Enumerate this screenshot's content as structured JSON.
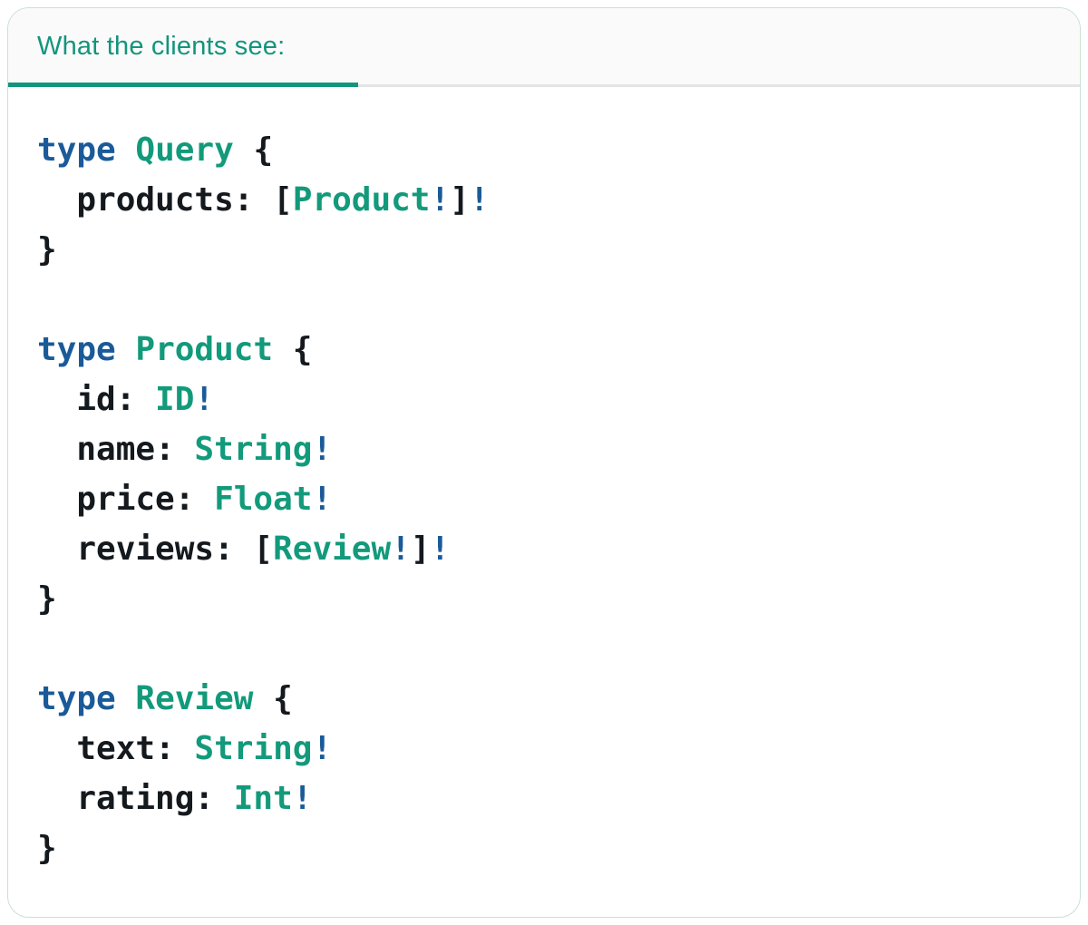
{
  "tab": {
    "label": "What the clients see:"
  },
  "colors": {
    "accent_teal": "#12957C",
    "keyword_blue": "#1A5A99",
    "type_teal": "#129A7B",
    "plain_dark": "#14191E",
    "divider_gray": "#E4E4E6",
    "header_bg": "#FAFAFA",
    "card_border": "#C9E2D4",
    "card_bg": "#FFFFFF"
  },
  "code": {
    "language": "graphql",
    "lines": [
      [
        {
          "t": "type",
          "c": "kw"
        },
        {
          "t": " ",
          "c": "pl"
        },
        {
          "t": "Query",
          "c": "ty"
        },
        {
          "t": " {",
          "c": "pl"
        }
      ],
      [
        {
          "t": "  products: [",
          "c": "pl"
        },
        {
          "t": "Product",
          "c": "ty"
        },
        {
          "t": "!",
          "c": "kw"
        },
        {
          "t": "]",
          "c": "pl"
        },
        {
          "t": "!",
          "c": "kw"
        }
      ],
      [
        {
          "t": "}",
          "c": "pl"
        }
      ],
      [],
      [
        {
          "t": "type",
          "c": "kw"
        },
        {
          "t": " ",
          "c": "pl"
        },
        {
          "t": "Product",
          "c": "ty"
        },
        {
          "t": " {",
          "c": "pl"
        }
      ],
      [
        {
          "t": "  id: ",
          "c": "pl"
        },
        {
          "t": "ID",
          "c": "ty"
        },
        {
          "t": "!",
          "c": "kw"
        }
      ],
      [
        {
          "t": "  name: ",
          "c": "pl"
        },
        {
          "t": "String",
          "c": "ty"
        },
        {
          "t": "!",
          "c": "kw"
        }
      ],
      [
        {
          "t": "  price: ",
          "c": "pl"
        },
        {
          "t": "Float",
          "c": "ty"
        },
        {
          "t": "!",
          "c": "kw"
        }
      ],
      [
        {
          "t": "  reviews: [",
          "c": "pl"
        },
        {
          "t": "Review",
          "c": "ty"
        },
        {
          "t": "!",
          "c": "kw"
        },
        {
          "t": "]",
          "c": "pl"
        },
        {
          "t": "!",
          "c": "kw"
        }
      ],
      [
        {
          "t": "}",
          "c": "pl"
        }
      ],
      [],
      [
        {
          "t": "type",
          "c": "kw"
        },
        {
          "t": " ",
          "c": "pl"
        },
        {
          "t": "Review",
          "c": "ty"
        },
        {
          "t": " {",
          "c": "pl"
        }
      ],
      [
        {
          "t": "  text: ",
          "c": "pl"
        },
        {
          "t": "String",
          "c": "ty"
        },
        {
          "t": "!",
          "c": "kw"
        }
      ],
      [
        {
          "t": "  rating: ",
          "c": "pl"
        },
        {
          "t": "Int",
          "c": "ty"
        },
        {
          "t": "!",
          "c": "kw"
        }
      ],
      [
        {
          "t": "}",
          "c": "pl"
        }
      ]
    ]
  }
}
